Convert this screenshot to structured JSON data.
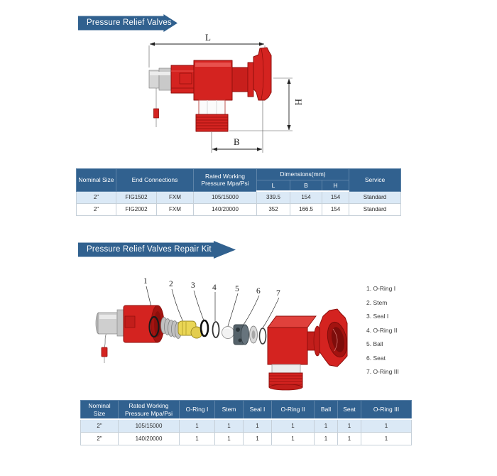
{
  "colors": {
    "badge_blue": "#31618f",
    "table_header_blue": "#31618f",
    "row_stripe_blue": "#dbe9f6",
    "valve_red": "#d42320",
    "valve_red_dark": "#8e0f0c"
  },
  "section_valves": {
    "badge_label": "Pressure Relief Valves",
    "drawing": {
      "dim_length_label": "L",
      "dim_height_label": "H",
      "dim_width_label": "B"
    },
    "table": {
      "headers": {
        "nominal_size": "Nominal Size",
        "end_connections": "End Connections",
        "rated_working_pressure": "Rated Working Pressure Mpa/Psi",
        "dimensions": "Dimensions(mm)",
        "dim_l": "L",
        "dim_b": "B",
        "dim_h": "H",
        "service": "Service"
      },
      "rows": [
        [
          "2\"",
          "FIG1502",
          "FXM",
          "105/15000",
          "339.5",
          "154",
          "154",
          "Standard"
        ],
        [
          "2\"",
          "FIG2002",
          "FXM",
          "140/20000",
          "352",
          "166.5",
          "154",
          "Standard"
        ]
      ]
    }
  },
  "section_repair_kit": {
    "badge_label": "Pressure Relief Valves Repair Kit",
    "callouts": [
      "1",
      "2",
      "3",
      "4",
      "5",
      "6",
      "7"
    ],
    "legend": [
      "1. O-Ring I",
      "2. Stem",
      "3. Seal I",
      "4. O-Ring II",
      "5. Ball",
      "6. Seat",
      "7. O-Ring III"
    ],
    "table": {
      "headers": {
        "nominal_size": "Nominal Size",
        "rated_working_pressure": "Rated Working Pressure Mpa/Psi",
        "parts": [
          "O-Ring I",
          "Stem",
          "Seal I",
          "O-Ring II",
          "Ball",
          "Seat",
          "O-Ring III"
        ]
      },
      "rows": [
        [
          "2\"",
          "105/15000",
          "1",
          "1",
          "1",
          "1",
          "1",
          "1",
          "1"
        ],
        [
          "2\"",
          "140/20000",
          "1",
          "1",
          "1",
          "1",
          "1",
          "1",
          "1"
        ]
      ]
    }
  }
}
